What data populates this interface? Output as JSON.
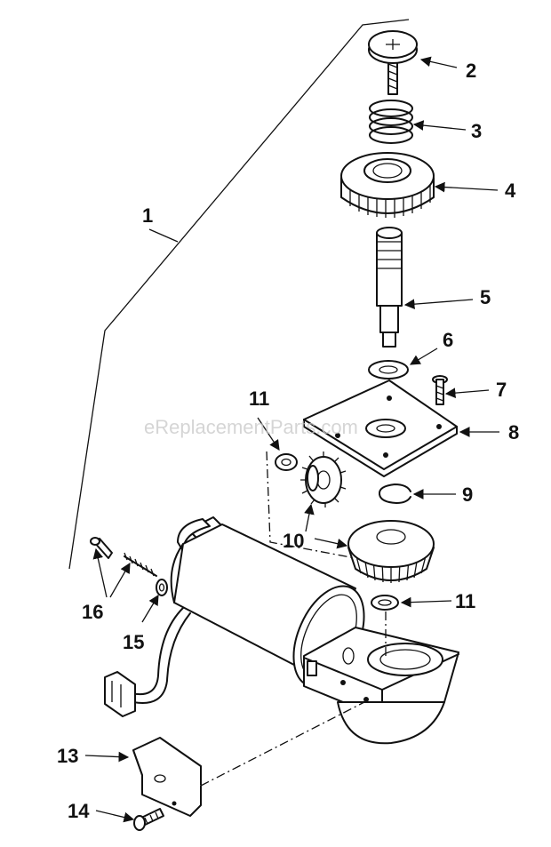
{
  "watermark": "eReplacementParts.com",
  "callouts": [
    {
      "id": "1",
      "label": "1"
    },
    {
      "id": "2",
      "label": "2"
    },
    {
      "id": "3",
      "label": "3"
    },
    {
      "id": "4",
      "label": "4"
    },
    {
      "id": "5",
      "label": "5"
    },
    {
      "id": "6",
      "label": "6"
    },
    {
      "id": "7",
      "label": "7"
    },
    {
      "id": "8",
      "label": "8"
    },
    {
      "id": "9",
      "label": "9"
    },
    {
      "id": "10",
      "label": "10"
    },
    {
      "id": "11a",
      "label": "11"
    },
    {
      "id": "11b",
      "label": "11"
    },
    {
      "id": "13",
      "label": "13"
    },
    {
      "id": "14",
      "label": "14"
    },
    {
      "id": "15",
      "label": "15"
    },
    {
      "id": "16",
      "label": "16"
    }
  ]
}
